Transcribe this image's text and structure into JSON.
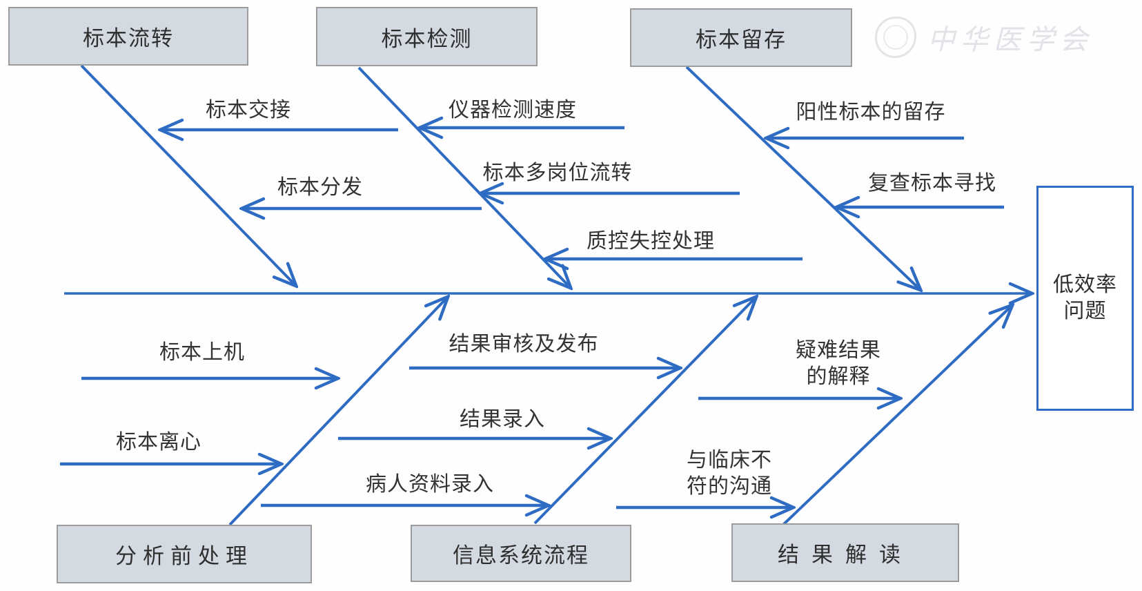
{
  "figure": {
    "type": "fishbone-cause-effect-diagram",
    "effect": {
      "text": "低效率问题",
      "line1": "低效率",
      "line2": "问题"
    },
    "watermark": {
      "text": "中华医学会"
    },
    "colors": {
      "line_blue": "#2e6bc2",
      "category_box_fill": "#d4dae2",
      "category_box_border": "#9b9b9b",
      "text": "#2e2e2e",
      "effect_box_border": "#2e6bc2"
    },
    "top_categories": [
      {
        "label": "标本流转",
        "causes": [
          {
            "text": "标本交接"
          },
          {
            "text": "标本分发"
          }
        ]
      },
      {
        "label": "标本检测",
        "causes": [
          {
            "text": "仪器检测速度"
          },
          {
            "text": "标本多岗位流转"
          },
          {
            "text": "质控失控处理"
          }
        ]
      },
      {
        "label": "标本留存",
        "causes": [
          {
            "text": "阳性标本的留存"
          },
          {
            "text": "复查标本寻找"
          }
        ]
      }
    ],
    "bottom_categories": [
      {
        "label": "分析前处理",
        "causes": [
          {
            "text": "标本上机"
          },
          {
            "text": "标本离心"
          }
        ]
      },
      {
        "label": "信息系统流程",
        "causes": [
          {
            "text": "结果审核及发布"
          },
          {
            "text": "结果录入"
          },
          {
            "text": "病人资料录入"
          }
        ]
      },
      {
        "label": "结果解读",
        "causes": [
          {
            "text": "疑难结果的解释",
            "line1": "疑难结果",
            "line2": "的解释"
          },
          {
            "text": "与临床不符的沟通",
            "line1": "与临床不",
            "line2": "符的沟通"
          }
        ]
      }
    ]
  }
}
